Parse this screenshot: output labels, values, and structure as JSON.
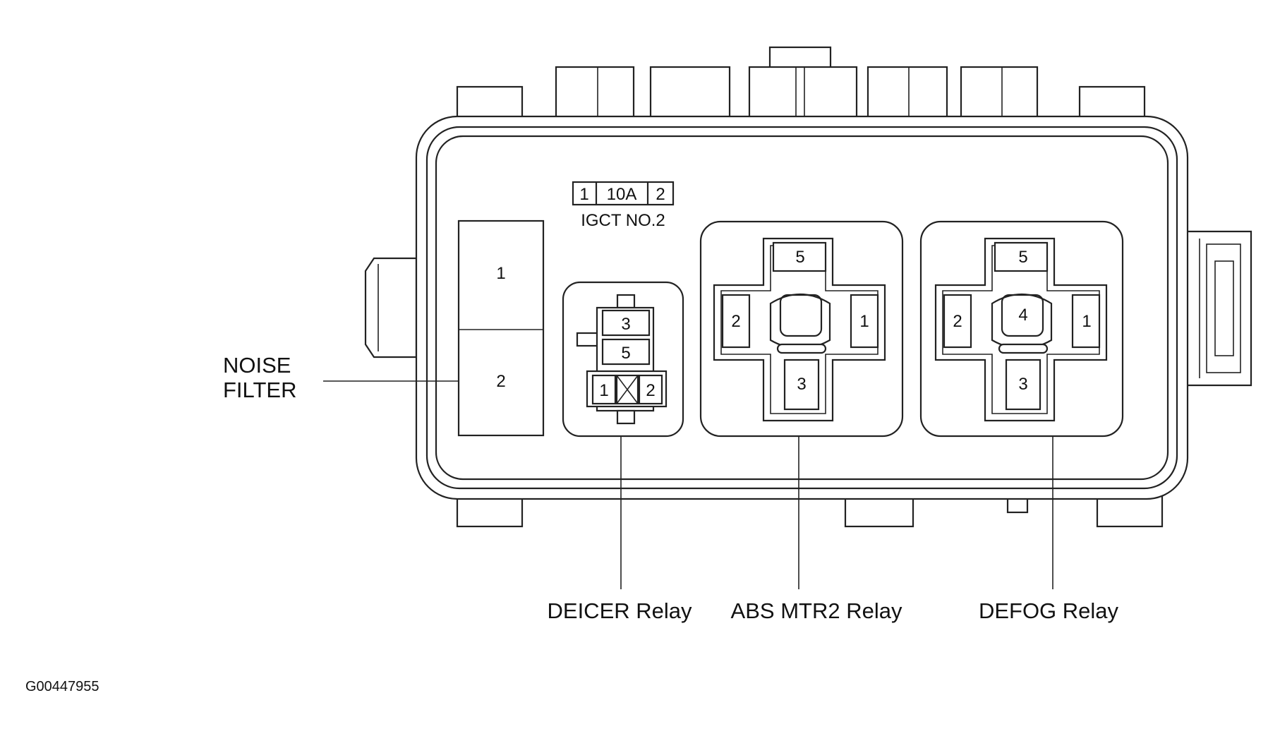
{
  "figure_id": "G00447955",
  "fuse": {
    "pin_left": "1",
    "rating": "10A",
    "pin_right": "2",
    "name": "IGCT NO.2"
  },
  "noise_filter": {
    "label_line1": "NOISE",
    "label_line2": "FILTER",
    "terminal_top": "1",
    "terminal_bottom": "2"
  },
  "deicer_relay": {
    "label": "DEICER Relay",
    "pins": {
      "p3": "3",
      "p5": "5",
      "p1": "1",
      "p2": "2"
    }
  },
  "abs_mtr2_relay": {
    "label": "ABS MTR2 Relay",
    "pins": {
      "p5": "5",
      "p2": "2",
      "p1": "1",
      "p3": "3"
    }
  },
  "defog_relay": {
    "label": "DEFOG Relay",
    "pins": {
      "p5": "5",
      "p4": "4",
      "p2": "2",
      "p1": "1",
      "p3": "3"
    }
  }
}
